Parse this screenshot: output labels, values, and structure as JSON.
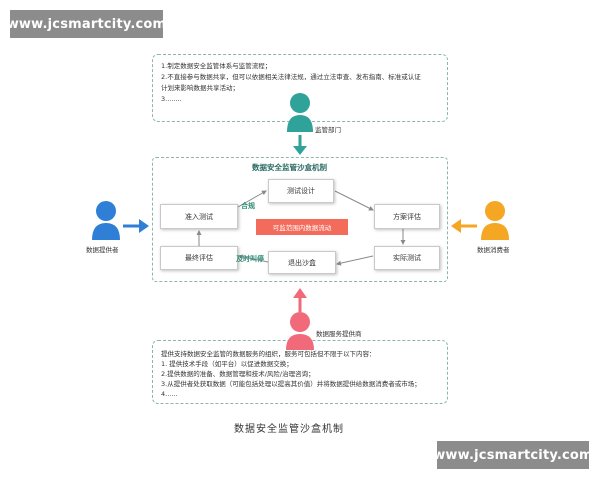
{
  "watermark_top": "www.jcsmartcity.com",
  "watermark_bottom": "www.jcsmartcity.com",
  "regulator": {
    "label": "监管部门",
    "notes": [
      "1.制定数据安全监管体系与监管流程；",
      "2.不直接参与数据共享，但可以依据相关法律法规，通过立法审查、发布指南、标准或认证",
      "计划来影响数据共享活动；",
      "3........"
    ]
  },
  "sandbox": {
    "title": "数据安全监管沙盒机制",
    "steps": {
      "test_design": "测试设计",
      "admission_test": "准入测试",
      "plan_evaluation": "方案评估",
      "final_evaluation": "最终评估",
      "actual_test": "实际测试",
      "exit_sandbox": "退出沙盒"
    },
    "center_label": "可监范围内数据流动",
    "pass_label": "合规",
    "timely_stop_label": "及时叫停"
  },
  "provider": {
    "label": "数据提供者"
  },
  "consumer": {
    "label": "数据消费者"
  },
  "service_provider": {
    "label": "数据服务提供商",
    "notes": [
      "提供支持数据安全监管的数据服务的组织，服务可包括但不限于以下内容：",
      "1. 提供技术手段（如平台）以促进数据交换；",
      "2.提供数据的准备、数据管理和技术/风险/治理咨询；",
      "3.从提供者处获取数据（可能包括处理以提高其价值）并将数据提供给数据消费者或市场；",
      "4......"
    ]
  },
  "caption": "数据安全监管沙盒机制",
  "colors": {
    "regulator": "#2fa39a",
    "provider": "#2f7fd6",
    "consumer": "#f5a623",
    "service_provider": "#f06a7a",
    "center": "#f26b5b",
    "dashed_border": "#8cb7a8"
  }
}
